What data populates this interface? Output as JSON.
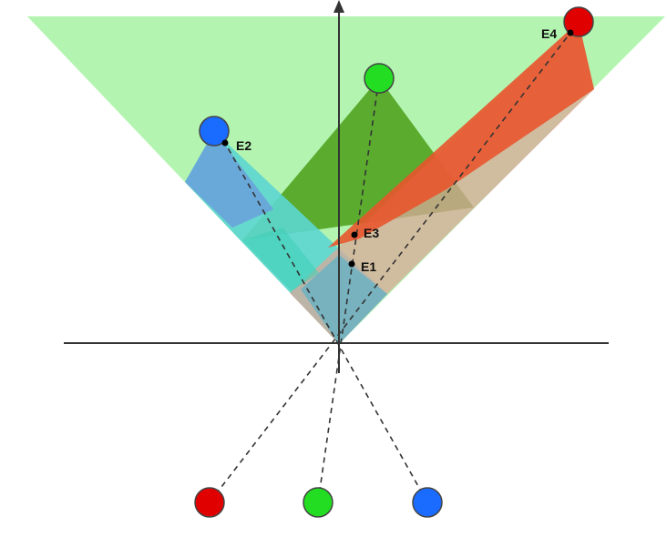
{
  "diagram": {
    "labels": {
      "e1": "E1",
      "e2": "E2",
      "e3": "E3",
      "e4": "E4"
    },
    "colors": {
      "background": "#ffffff",
      "field_of_view": "#b3f5b0",
      "green_cone": "#4a9e18",
      "blue_cone_light": "#5cd6d0",
      "blue_cone_dark": "#6aa0dc",
      "red_cone": "#e8552e",
      "red_cone_light": "#d9a89a",
      "axis": "#333333",
      "dashed_line": "#333333",
      "marker_red": "#e00000",
      "marker_green": "#22dd22",
      "marker_blue": "#1a6bff",
      "marker_outline": "#444444",
      "point": "#000000"
    }
  }
}
